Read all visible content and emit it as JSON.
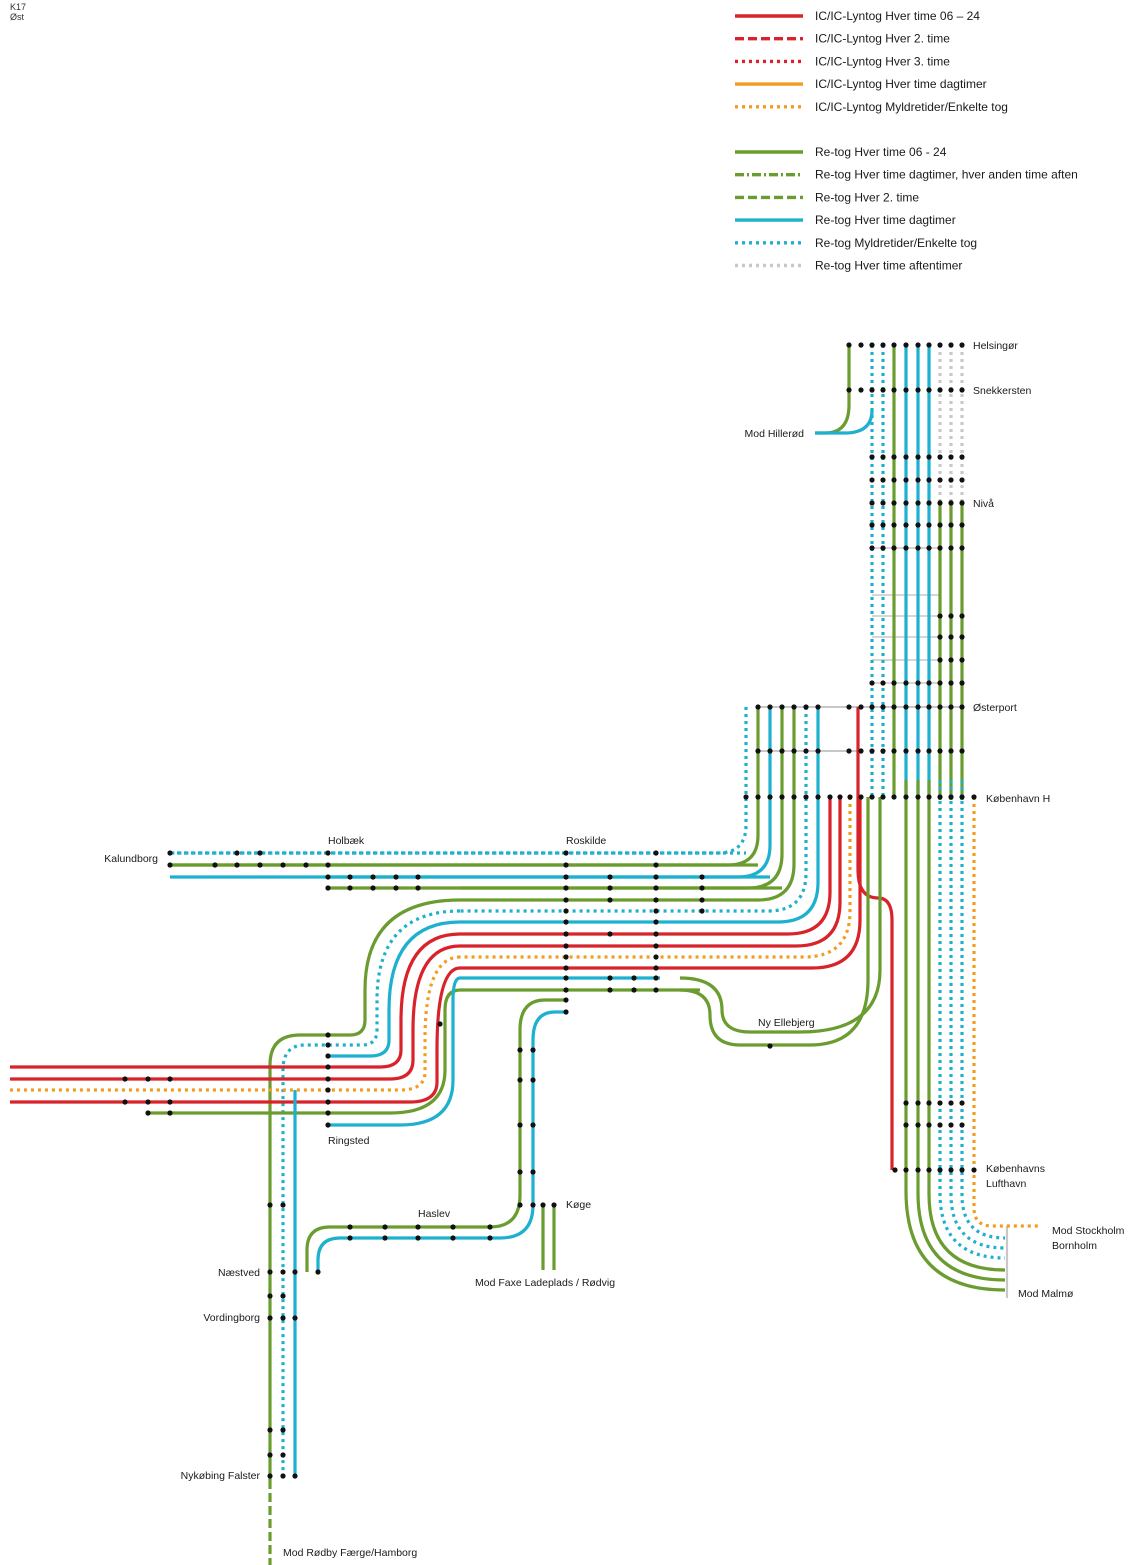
{
  "header": {
    "code": "K17",
    "region": "Øst"
  },
  "colors": {
    "red": "#d8232a",
    "orange": "#f39c1f",
    "green": "#6a9c2f",
    "blue": "#1db0cf",
    "grey": "#c8c8c8"
  },
  "legend": [
    {
      "label": "IC/IC-Lyntog Hver time 06 – 24",
      "color": "red",
      "style": "solid"
    },
    {
      "label": "IC/IC-Lyntog Hver 2. time",
      "color": "red",
      "style": "dash"
    },
    {
      "label": "IC/IC-Lyntog Hver 3. time",
      "color": "red",
      "style": "dot"
    },
    {
      "label": "IC/IC-Lyntog Hver time dagtimer",
      "color": "orange",
      "style": "solid"
    },
    {
      "label": "IC/IC-Lyntog Myldretider/Enkelte tog",
      "color": "orange",
      "style": "dot"
    },
    {
      "label": "Re-tog Hver time 06 - 24",
      "color": "green",
      "style": "solid"
    },
    {
      "label": "Re-tog Hver time dagtimer, hver anden time aften",
      "color": "green",
      "style": "dashdot"
    },
    {
      "label": "Re-tog Hver 2. time",
      "color": "green",
      "style": "dash"
    },
    {
      "label": "Re-tog Hver time dagtimer",
      "color": "blue",
      "style": "solid"
    },
    {
      "label": "Re-tog  Myldretider/Enkelte tog",
      "color": "blue",
      "style": "dot"
    },
    {
      "label": "Re-tog Hver time aftentimer",
      "color": "grey",
      "style": "dot"
    }
  ],
  "stations": {
    "helsingor": "Helsingør",
    "snekkersten": "Snekkersten",
    "mod_hillerod": "Mod Hillerød",
    "niva": "Nivå",
    "osterport": "Østerport",
    "kobenhavn_h": "København H",
    "kalundborg": "Kalundborg",
    "holbaek": "Holbæk",
    "roskilde": "Roskilde",
    "ny_ellebjerg": "Ny Ellebjerg",
    "ringsted": "Ringsted",
    "lufthavn_1": "Københavns",
    "lufthavn_2": "Lufthavn",
    "mod_stockholm_1": "Mod Stockholm",
    "mod_stockholm_2": "Bornholm",
    "mod_malmo": "Mod Malmø",
    "koge": "Køge",
    "haslev": "Haslev",
    "mod_faxe": "Mod Faxe Ladeplads / Rødvig",
    "naestved": "Næstved",
    "vordingborg": "Vordingborg",
    "nykobing": "Nykøbing Falster",
    "mod_rodby": "Mod Rødby Færge/Hamborg"
  }
}
